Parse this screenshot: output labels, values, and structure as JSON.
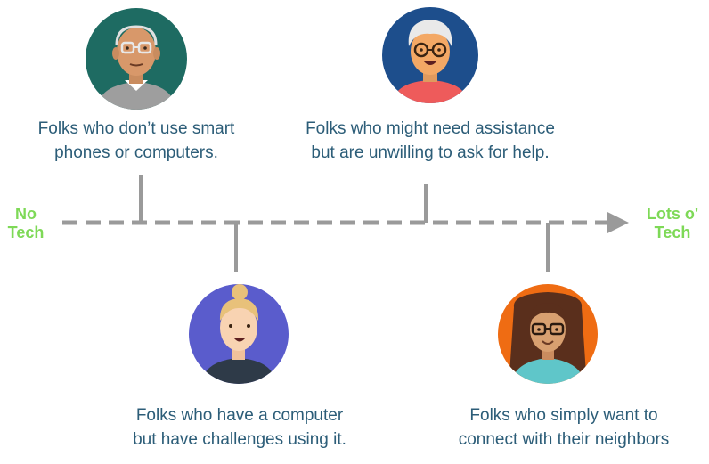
{
  "axis": {
    "start_label": [
      "No",
      "Tech"
    ],
    "end_label": [
      "Lots o'",
      "Tech"
    ],
    "colors": {
      "line": "#9a9a9a",
      "label": "#7ed957",
      "text": "#2c5d78"
    }
  },
  "personas": [
    {
      "id": "no-devices",
      "caption": [
        "Folks who don’t use smart",
        "phones or computers."
      ],
      "avatar_bg": "#1e6b62",
      "icon": "older-man-avatar-icon"
    },
    {
      "id": "needs-assistance",
      "caption": [
        "Folks who might need assistance",
        "but are unwilling to ask for help."
      ],
      "avatar_bg": "#1d4e8c",
      "icon": "older-woman-avatar-icon"
    },
    {
      "id": "has-computer",
      "caption": [
        "Folks who have a computer",
        "but have challenges using it."
      ],
      "avatar_bg": "#5a5ccc",
      "icon": "young-woman-avatar-icon"
    },
    {
      "id": "wants-connect",
      "caption": [
        "Folks who simply want to",
        "connect with their neighbors"
      ],
      "avatar_bg": "#ef6c13",
      "icon": "woman-glasses-avatar-icon"
    }
  ]
}
